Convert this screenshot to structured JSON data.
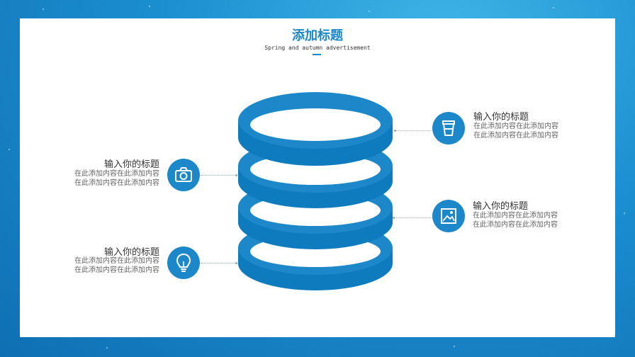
{
  "slide": {
    "title": "添加标题",
    "subtitle": "Spring and autumn advertisement"
  },
  "colors": {
    "accent": "#1d88c9",
    "background_dark": "#0f6fb3",
    "background_light": "#3fb4e6"
  },
  "items": [
    {
      "title": "输入你的标题",
      "line1": "在此添加内容在此添加内容",
      "line2": "在此添加内容在此添加内容",
      "icon": "cup-icon"
    },
    {
      "title": "输入你的标题",
      "line1": "在此添加内容在此添加内容",
      "line2": "在此添加内容在此添加内容",
      "icon": "camera-icon"
    },
    {
      "title": "输入你的标题",
      "line1": "在此添加内容在此添加内容",
      "line2": "在此添加内容在此添加内容",
      "icon": "picture-icon"
    },
    {
      "title": "输入你的标题",
      "line1": "在此添加内容在此添加内容",
      "line2": "在此添加内容在此添加内容",
      "icon": "lightbulb-icon"
    }
  ]
}
